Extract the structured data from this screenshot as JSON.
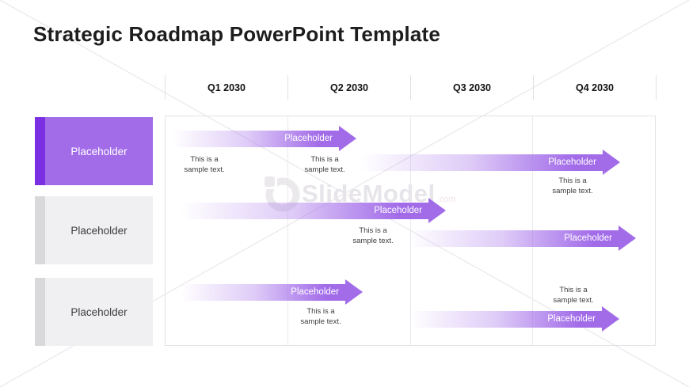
{
  "title": "Strategic Roadmap PowerPoint Template",
  "watermark": {
    "brand": "SlideModel",
    "suffix": ".com"
  },
  "colors": {
    "accent_purple": "#a26ce9",
    "accent_purple_dark": "#7b2fe3",
    "row_gray": "#f0eff1",
    "row_gray_strip": "#d9d8da",
    "grid_line": "#e3e1e5",
    "text_dark": "#1d1d1d",
    "watermark_gray": "#e7e5e9"
  },
  "timeline": {
    "quarters": [
      "Q1 2030",
      "Q2 2030",
      "Q3 2030",
      "Q4 2030"
    ]
  },
  "rows": [
    {
      "label": "Placeholder",
      "highlighted": true
    },
    {
      "label": "Placeholder",
      "highlighted": false
    },
    {
      "label": "Placeholder",
      "highlighted": false
    }
  ],
  "arrows": [
    {
      "label": "Placeholder",
      "row": 1,
      "ends_in": "Q2 2030"
    },
    {
      "label": "Placeholder",
      "row": 1,
      "ends_in": "Q4 2030"
    },
    {
      "label": "Placeholder",
      "row": 2,
      "ends_in": "Q3 2030"
    },
    {
      "label": "Placeholder",
      "row": 2,
      "ends_in": "Q4 2030"
    },
    {
      "label": "Placeholder",
      "row": 3,
      "ends_in": "Q2 2030"
    },
    {
      "label": "Placeholder",
      "row": 3,
      "ends_in": "Q4 2030"
    }
  ],
  "notes": [
    "This is a\nsample text.",
    "This is a\nsample text.",
    "This is a\nsample text.",
    "This is a\nsample text.",
    "This is a\nsample text.",
    "This is a\nsample text."
  ]
}
